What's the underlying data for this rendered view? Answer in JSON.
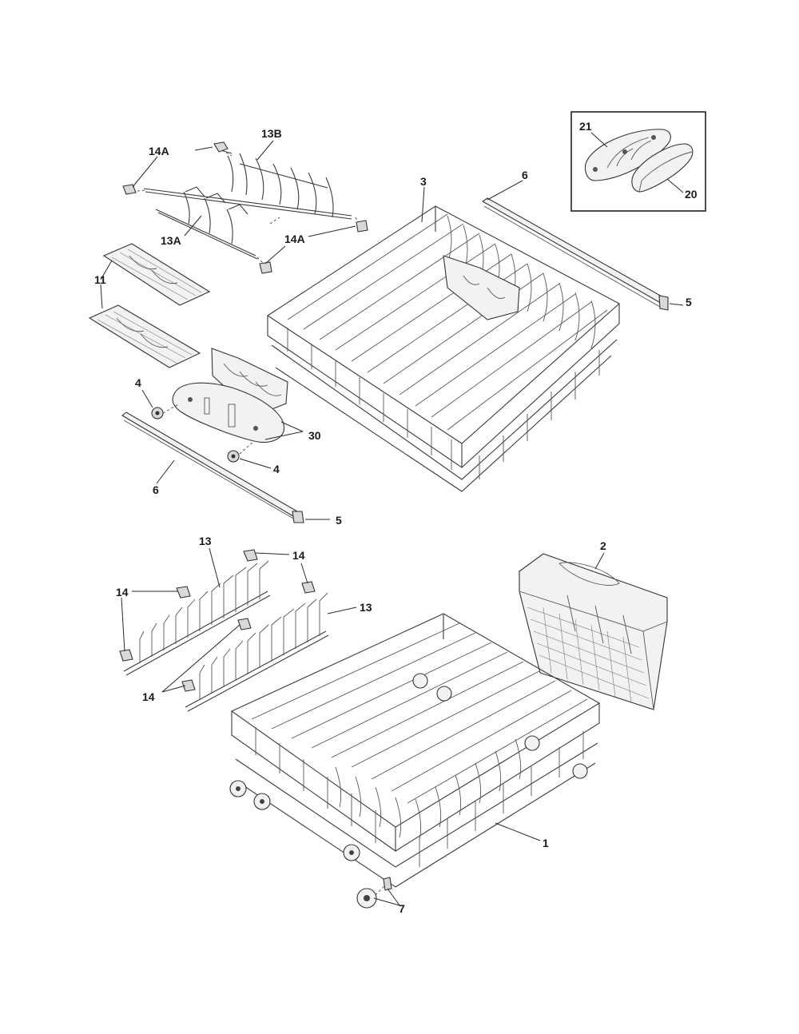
{
  "parts": [
    {
      "id": "p-14a-top",
      "label": "14A",
      "desc": "rack clip"
    },
    {
      "id": "p-13b",
      "label": "13B",
      "desc": "fold-down tine row"
    },
    {
      "id": "p-13a",
      "label": "13A",
      "desc": "fold-down tine row"
    },
    {
      "id": "p-14a-mid",
      "label": "14A",
      "desc": "rack clip"
    },
    {
      "id": "p-11",
      "label": "11",
      "desc": "cup shelf"
    },
    {
      "id": "p-3",
      "label": "3",
      "desc": "upper rack"
    },
    {
      "id": "p-6-top",
      "label": "6",
      "desc": "rack rail"
    },
    {
      "id": "p-5-top",
      "label": "5",
      "desc": "rail end cap"
    },
    {
      "id": "p-21",
      "label": "21",
      "desc": "adjuster housing"
    },
    {
      "id": "p-20",
      "label": "20",
      "desc": "adjuster cover"
    },
    {
      "id": "p-4-top",
      "label": "4",
      "desc": "roller"
    },
    {
      "id": "p-30",
      "label": "30",
      "desc": "rack adjuster assembly"
    },
    {
      "id": "p-4-bot",
      "label": "4",
      "desc": "roller"
    },
    {
      "id": "p-6-bot",
      "label": "6",
      "desc": "rack rail"
    },
    {
      "id": "p-5-bot",
      "label": "5",
      "desc": "rail end cap"
    },
    {
      "id": "p-13-top",
      "label": "13",
      "desc": "fold-down tine row"
    },
    {
      "id": "p-14-top",
      "label": "14",
      "desc": "tine clip"
    },
    {
      "id": "p-14-left",
      "label": "14",
      "desc": "tine clip"
    },
    {
      "id": "p-13-right",
      "label": "13",
      "desc": "fold-down tine row"
    },
    {
      "id": "p-14-bot",
      "label": "14",
      "desc": "tine clips"
    },
    {
      "id": "p-2",
      "label": "2",
      "desc": "silverware basket"
    },
    {
      "id": "p-1",
      "label": "1",
      "desc": "lower rack"
    },
    {
      "id": "p-7",
      "label": "7",
      "desc": "wheel assembly"
    }
  ]
}
